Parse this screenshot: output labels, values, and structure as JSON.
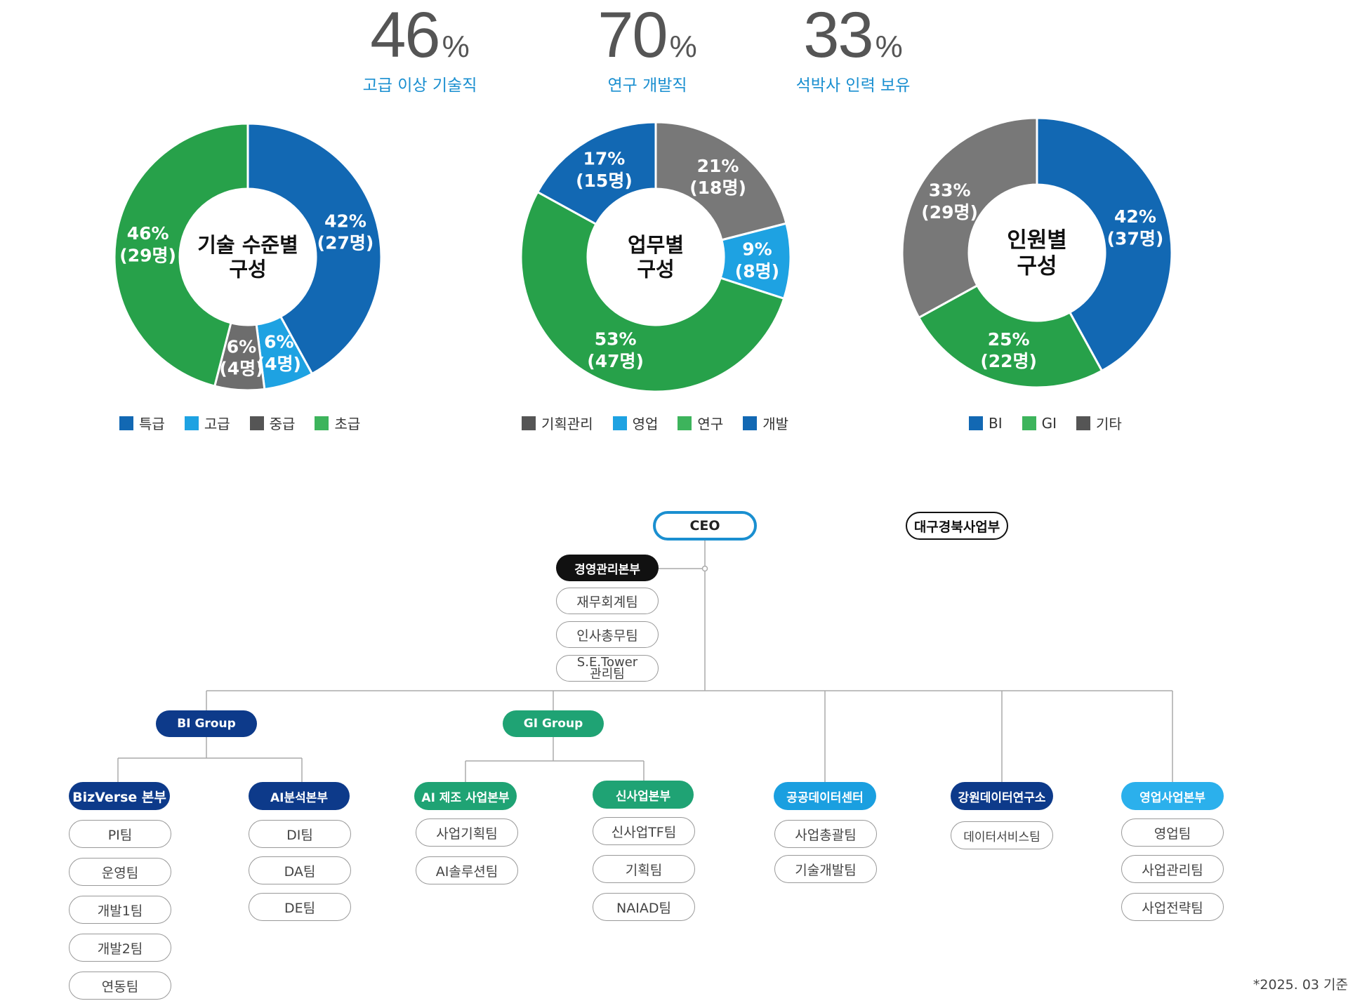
{
  "stats": [
    {
      "value": "46",
      "unit": "%",
      "caption": "고급 이상 기술직"
    },
    {
      "value": "70",
      "unit": "%",
      "caption": "연구 개발직"
    },
    {
      "value": "33",
      "unit": "%",
      "caption": "석박사 인력 보유"
    }
  ],
  "chart_data": [
    {
      "type": "pie",
      "title": "기술 수준별\n구성",
      "categories": [
        "특급",
        "고급",
        "중급",
        "초급"
      ],
      "values": [
        42,
        6,
        6,
        46
      ],
      "counts": [
        27,
        4,
        4,
        29
      ],
      "labels": [
        "42%\n(27명)",
        "6%\n(4명)",
        "6%\n(4명)",
        "46%\n(29명)"
      ],
      "colors": [
        "#1268b3",
        "#1ea2e2",
        "#6d6d6d",
        "#27a14a"
      ],
      "legend": [
        {
          "label": "특급",
          "color": "#1268b3"
        },
        {
          "label": "고급",
          "color": "#1ea2e2"
        },
        {
          "label": "중급",
          "color": "#555555"
        },
        {
          "label": "초급",
          "color": "#3db45c"
        }
      ]
    },
    {
      "type": "pie",
      "title": "업무별\n구성",
      "categories": [
        "기획관리",
        "영업",
        "연구",
        "개발"
      ],
      "values": [
        21,
        9,
        53,
        17
      ],
      "counts": [
        18,
        8,
        47,
        15
      ],
      "labels": [
        "21%\n(18명)",
        "9%\n(8명)",
        "53%\n(47명)",
        "17%\n(15명)"
      ],
      "colors": [
        "#787878",
        "#1ea2e2",
        "#27a14a",
        "#1268b3"
      ],
      "legend": [
        {
          "label": "기획관리",
          "color": "#555555"
        },
        {
          "label": "영업",
          "color": "#1ea2e2"
        },
        {
          "label": "연구",
          "color": "#3db45c"
        },
        {
          "label": "개발",
          "color": "#1268b3"
        }
      ]
    },
    {
      "type": "pie",
      "title": "인원별\n구성",
      "categories": [
        "BI",
        "GI",
        "기타"
      ],
      "values": [
        42,
        25,
        33
      ],
      "counts": [
        37,
        22,
        29
      ],
      "labels": [
        "42%\n(37명)",
        "25%\n(22명)",
        "33%\n(29명)"
      ],
      "colors": [
        "#1268b3",
        "#27a14a",
        "#787878"
      ],
      "legend": [
        {
          "label": "BI",
          "color": "#1268b3"
        },
        {
          "label": "GI",
          "color": "#3db45c"
        },
        {
          "label": "기타",
          "color": "#555555"
        }
      ]
    }
  ],
  "org": {
    "ceo": "CEO",
    "daegu": "대구경북사업부",
    "mgmt": {
      "name": "경영관리본부",
      "teams": [
        "재무회계팀",
        "인사총무팀",
        "S.E.Tower\n관리팀"
      ]
    },
    "bi_group": "BI Group",
    "gi_group": "GI Group",
    "divisions": [
      {
        "name": "BizVerse 본부",
        "teams": [
          "PI팀",
          "운영팀",
          "개발1팀",
          "개발2팀",
          "연동팀"
        ],
        "color": "#0d3a8a"
      },
      {
        "name": "AI분석본부",
        "teams": [
          "DI팀",
          "DA팀",
          "DE팀"
        ],
        "color": "#0d3a8a"
      },
      {
        "name": "AI 제조 사업본부",
        "teams": [
          "사업기획팀",
          "AI솔루션팀"
        ],
        "color": "#1fa374"
      },
      {
        "name": "신사업본부",
        "teams": [
          "신사업TF팀",
          "기획팀",
          "NAIAD팀"
        ],
        "color": "#1fa374"
      },
      {
        "name": "공공데이터센터",
        "teams": [
          "사업총괄팀",
          "기술개발팀"
        ],
        "color": "#1a9fe0"
      },
      {
        "name": "강원데이터연구소",
        "teams": [
          "데이터서비스팀"
        ],
        "color": "#0d3a8a"
      },
      {
        "name": "영업사업본부",
        "teams": [
          "영업팀",
          "사업관리팀",
          "사업전략팀"
        ],
        "color": "#2bb0ec"
      }
    ],
    "group_colors": {
      "bi": "#0d3a8a",
      "gi": "#1fa374",
      "mgmt": "#111111"
    }
  },
  "note": "*2025. 03 기준"
}
